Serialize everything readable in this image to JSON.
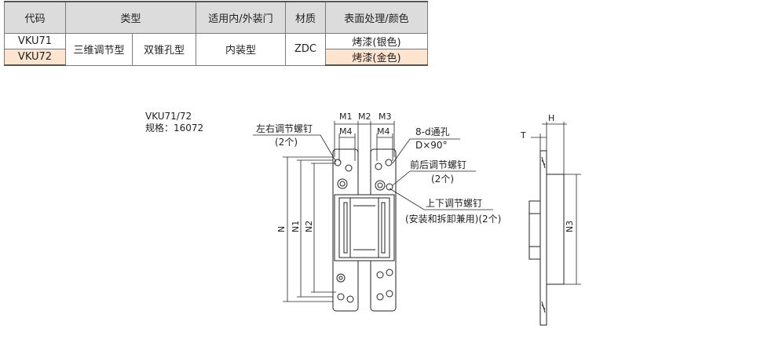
{
  "table": {
    "headers": [
      "代码",
      "类型",
      "适用内/外装门",
      "材质",
      "表面处理/颜色"
    ],
    "rows": [
      {
        "code": "VKU71",
        "finish": "烤漆(银色)"
      },
      {
        "code": "VKU72",
        "finish": "烤漆(金色)"
      }
    ],
    "type_main": "三维调节型",
    "type_sub": "双锥孔型",
    "door": "内装型",
    "material": "ZDC",
    "highlight_color": "#fde4cf"
  },
  "drawing": {
    "model": "VKU71/72",
    "spec": "规格：16072",
    "labels": {
      "lr_screw": "左右调节螺钉",
      "lr_count": "(2个)",
      "hole": "8-d通孔",
      "angle": "D×90°",
      "fb_screw": "前后调节螺钉",
      "fb_count": "(2个)",
      "ud_screw": "上下调节螺钉",
      "ud_note": "(安装和拆卸兼用)(2个)"
    },
    "dims": {
      "M1": "M1",
      "M2": "M2",
      "M3": "M3",
      "M4a": "M4",
      "M4b": "M4",
      "N": "N",
      "N1": "N1",
      "N2": "N2",
      "N3": "N3",
      "T": "T",
      "H": "H"
    }
  }
}
